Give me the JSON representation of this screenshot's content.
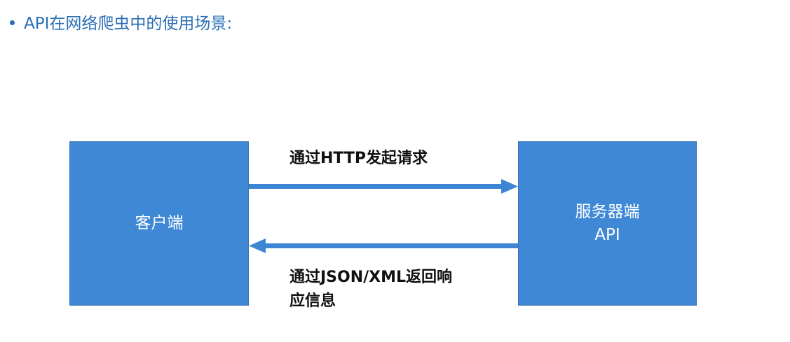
{
  "heading": {
    "text": "API在网络爬虫中的使用场景:"
  },
  "diagram": {
    "client_box": {
      "label": "客户端"
    },
    "server_box": {
      "line1": "服务器端",
      "line2": "API"
    },
    "request_arrow": {
      "label": "通过HTTP发起请求"
    },
    "response_arrow": {
      "label_line1": "通过JSON/XML返回响",
      "label_line2": "应信息"
    },
    "colors": {
      "box_fill": "#3f88d6",
      "arrow": "#3d86d3",
      "heading": "#2a6fb5"
    }
  }
}
